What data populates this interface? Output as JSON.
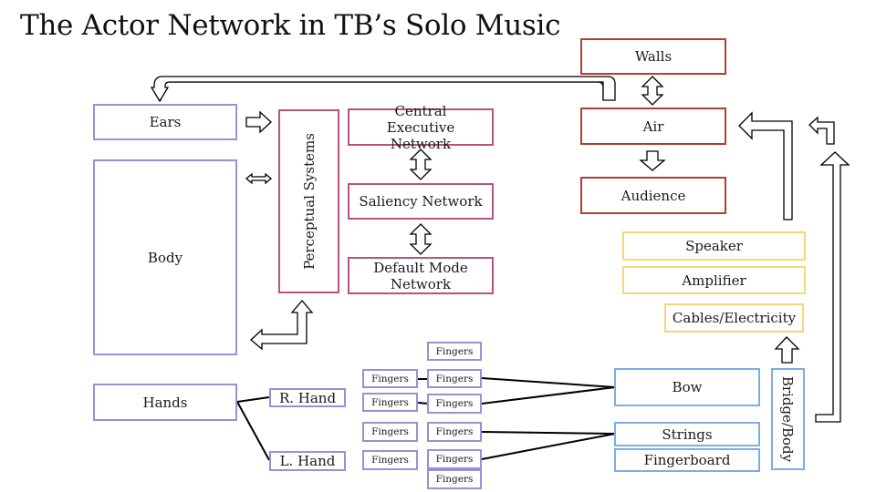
{
  "title": "The Actor Network in TB’s Solo Music",
  "colors": {
    "human_body": "#9d8fd6",
    "brain_networks": "#b8537f",
    "environment": "#b63f2c",
    "electronics": "#f5d77a",
    "instrument": "#7aaee4"
  },
  "nodes": {
    "ears": "Ears",
    "body": "Body",
    "hands": "Hands",
    "r_hand": "R. Hand",
    "l_hand": "L. Hand",
    "perceptual_systems": "Perceptual Systems",
    "central_executive": "Central Executive Network",
    "saliency": "Saliency Network",
    "default_mode": "Default Mode Network",
    "walls": "Walls",
    "air": "Air",
    "audience": "Audience",
    "speaker": "Speaker",
    "amplifier": "Amplifier",
    "cables": "Cables/Electricity",
    "bow": "Bow",
    "strings": "Strings",
    "fingerboard": "Fingerboard",
    "bridge_body": "Bridge/Body",
    "fingers": "Fingers"
  }
}
